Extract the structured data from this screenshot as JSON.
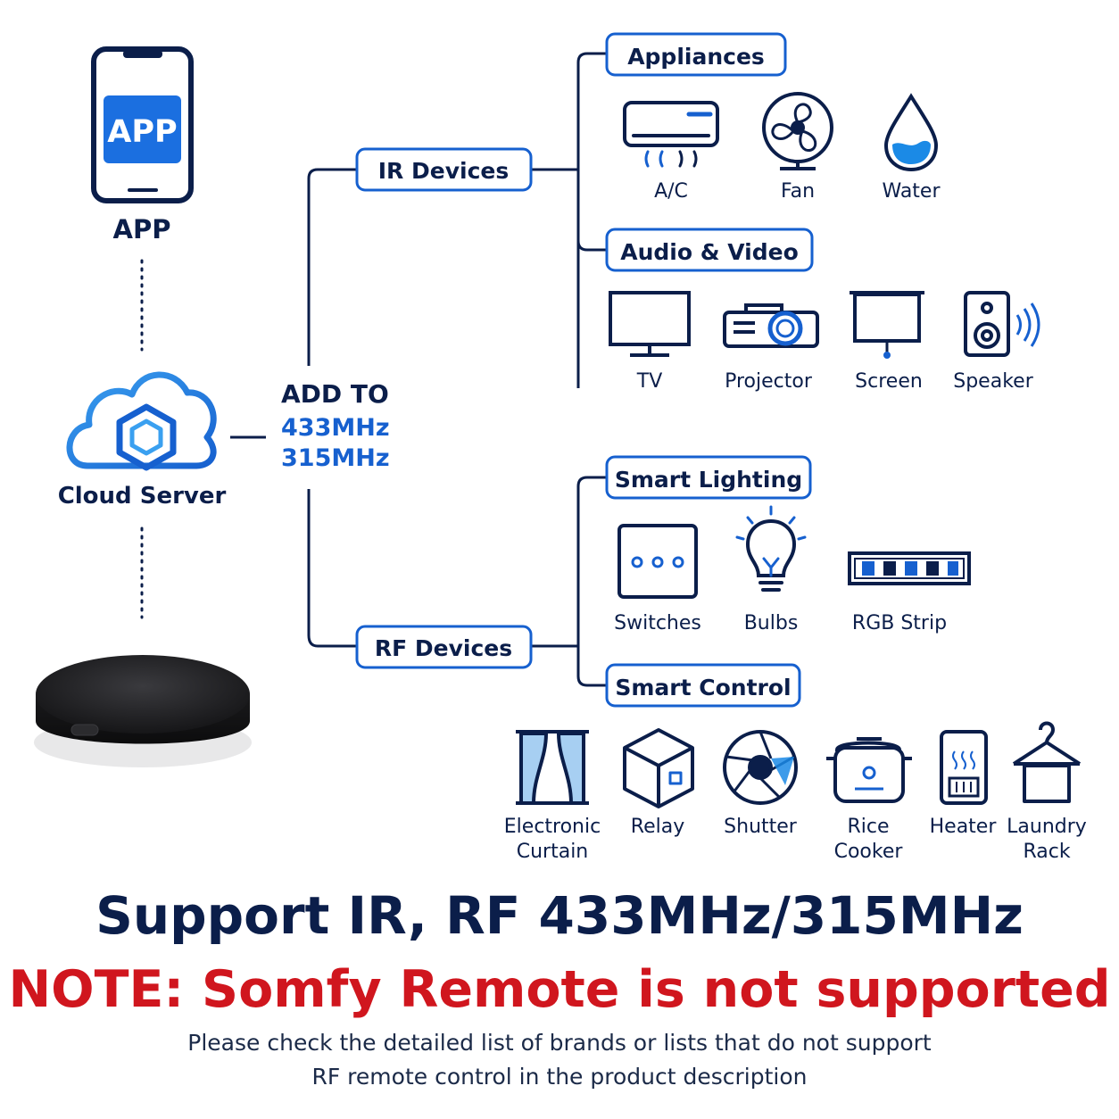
{
  "colors": {
    "navy": "#0b1e4a",
    "blue": "#1660cf",
    "red": "#d0161e",
    "device": "#1c1c1e"
  },
  "app": {
    "screen_label": "APP",
    "label": "APP",
    "icon": "smartphone-icon"
  },
  "cloud": {
    "label": "Cloud Server",
    "icon": "cloud-hexagon-icon"
  },
  "hub": {
    "icon": "ir-rf-hub-device"
  },
  "add_to": {
    "title": "ADD TO",
    "freq1": "433MHz",
    "freq2": "315MHz"
  },
  "ir": {
    "label": "IR Devices",
    "appliances": {
      "label": "Appliances",
      "items": [
        {
          "label": "A/C",
          "icon": "air-conditioner-icon"
        },
        {
          "label": "Fan",
          "icon": "fan-icon"
        },
        {
          "label": "Water",
          "icon": "water-drop-icon"
        }
      ]
    },
    "audio_video": {
      "label": "Audio & Video",
      "items": [
        {
          "label": "TV",
          "icon": "tv-icon"
        },
        {
          "label": "Projector",
          "icon": "projector-icon"
        },
        {
          "label": "Screen",
          "icon": "projection-screen-icon"
        },
        {
          "label": "Speaker",
          "icon": "speaker-icon"
        }
      ]
    }
  },
  "rf": {
    "label": "RF Devices",
    "smart_lighting": {
      "label": "Smart Lighting",
      "items": [
        {
          "label": "Switches",
          "icon": "wall-switch-icon"
        },
        {
          "label": "Bulbs",
          "icon": "light-bulb-icon"
        },
        {
          "label": "RGB Strip",
          "icon": "led-strip-icon"
        }
      ]
    },
    "smart_control": {
      "label": "Smart Control",
      "items": [
        {
          "label1": "Electronic",
          "label2": "Curtain",
          "icon": "curtain-icon"
        },
        {
          "label1": "Relay",
          "icon": "relay-box-icon"
        },
        {
          "label1": "Shutter",
          "icon": "shutter-aperture-icon"
        },
        {
          "label1": "Rice",
          "label2": "Cooker",
          "icon": "rice-cooker-icon"
        },
        {
          "label1": "Heater",
          "icon": "heater-icon"
        },
        {
          "label1": "Laundry",
          "label2": "Rack",
          "icon": "laundry-rack-icon"
        }
      ]
    }
  },
  "headline": "Support IR, RF 433MHz/315MHz",
  "note": "NOTE: Somfy Remote is not supported",
  "sub_line1": "Please check the detailed list of brands or lists that do not support",
  "sub_line2": "RF remote control in the product description"
}
